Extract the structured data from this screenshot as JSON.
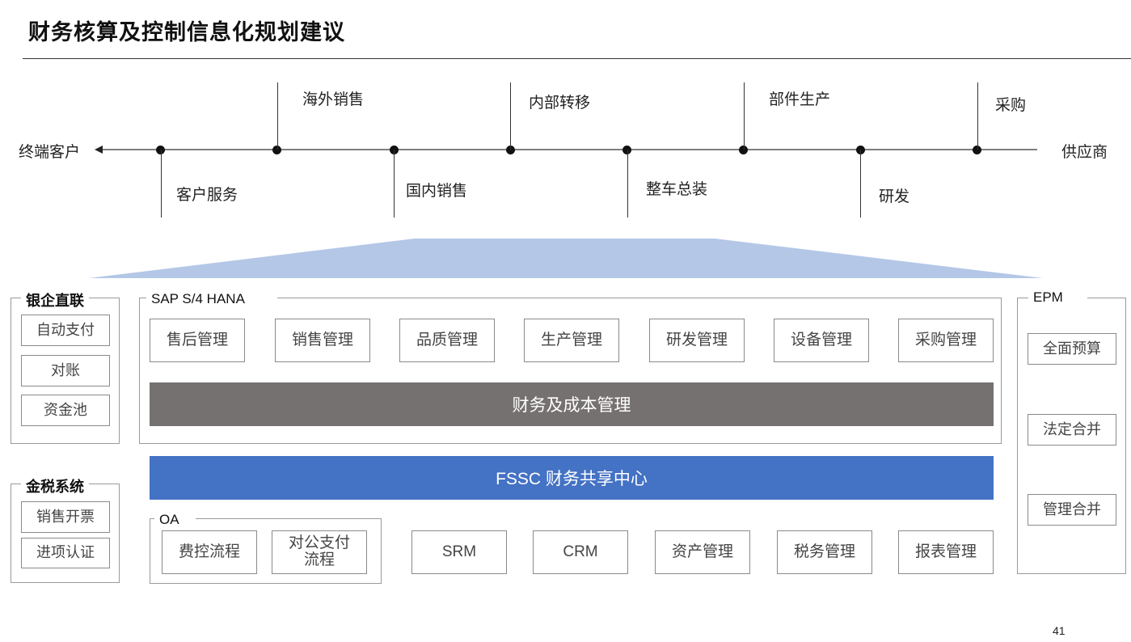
{
  "title": "财务核算及控制信息化规划建议",
  "timeline": {
    "left_end": "终端客户",
    "right_end": "供应商",
    "top_labels": [
      "海外销售",
      "内部转移",
      "部件生产",
      "采购"
    ],
    "bottom_labels": [
      "客户服务",
      "国内销售",
      "整车总装",
      "研发"
    ]
  },
  "bank": {
    "title": "银企直联",
    "items": [
      "自动支付",
      "对账",
      "资金池"
    ]
  },
  "tax": {
    "title": "金税系统",
    "items": [
      "销售开票",
      "进项认证"
    ]
  },
  "sap": {
    "title": "SAP S/4 HANA",
    "modules": [
      "售后管理",
      "销售管理",
      "品质管理",
      "生产管理",
      "研发管理",
      "设备管理",
      "采购管理"
    ],
    "finance_bar": "财务及成本管理"
  },
  "fssc_bar": "FSSC 财务共享中心",
  "oa": {
    "title": "OA",
    "items": [
      "费控流程",
      "对公支付\n流程"
    ]
  },
  "other_systems": [
    "SRM",
    "CRM",
    "资产管理",
    "税务管理",
    "报表管理"
  ],
  "epm": {
    "title": "EPM",
    "items": [
      "全面预算",
      "法定合并",
      "管理合并"
    ]
  },
  "page_number": "41",
  "colors": {
    "trapezoid": "#b4c7e7",
    "finance_bar": "#767171",
    "fssc_bar": "#4472c4"
  }
}
